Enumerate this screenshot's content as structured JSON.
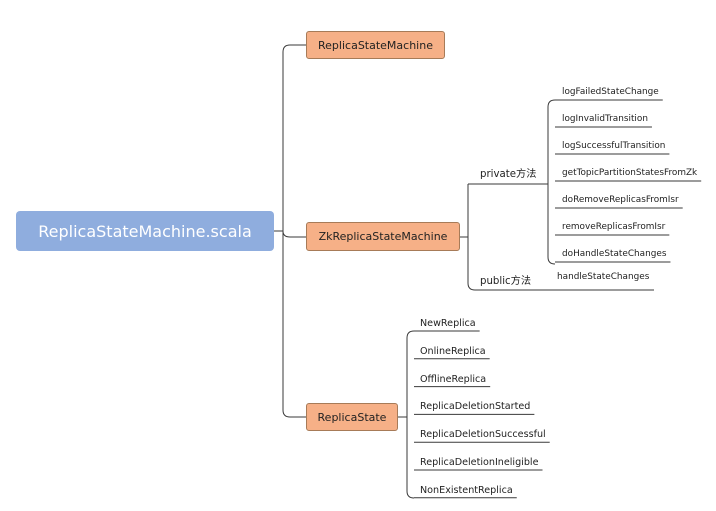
{
  "root": {
    "label": "ReplicaStateMachine.scala"
  },
  "branches": {
    "replica_state_machine": {
      "label": "ReplicaStateMachine"
    },
    "zk_replica_state_machine": {
      "label": "ZkReplicaStateMachine",
      "private_group": {
        "label": "private方法",
        "items": [
          "logFailedStateChange",
          "logInvalidTransition",
          "logSuccessfulTransition",
          "getTopicPartitionStatesFromZk",
          "doRemoveReplicasFromIsr",
          "removeReplicasFromIsr",
          "doHandleStateChanges"
        ]
      },
      "public_group": {
        "label": "public方法",
        "items": [
          "handleStateChanges"
        ]
      }
    },
    "replica_state": {
      "label": "ReplicaState",
      "items": [
        "NewReplica",
        "OnlineReplica",
        "OfflineReplica",
        "ReplicaDeletionStarted",
        "ReplicaDeletionSuccessful",
        "ReplicaDeletionIneligible",
        "NonExistentReplica"
      ]
    }
  },
  "colors": {
    "root_fill": "#8fadde",
    "node_fill": "#f6b087",
    "node_border": "#a77b58",
    "line": "#3a3a3a",
    "text": "#222222"
  }
}
